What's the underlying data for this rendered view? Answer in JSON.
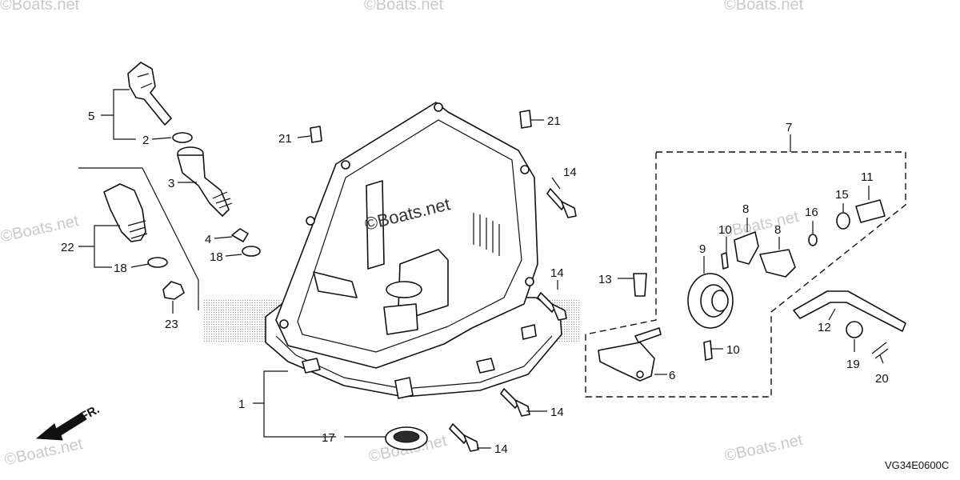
{
  "diagram": {
    "diagram_code": "VG34E0600C",
    "front_marker": "FR.",
    "watermark": "©Boats.net",
    "callouts": {
      "c1": "1",
      "c2": "2",
      "c3": "3",
      "c4": "4",
      "c5": "5",
      "c6": "6",
      "c7": "7",
      "c8a": "8",
      "c8b": "8",
      "c9": "9",
      "c10a": "10",
      "c10b": "10",
      "c11": "11",
      "c12": "12",
      "c13": "13",
      "c14a": "14",
      "c14b": "14",
      "c14c": "14",
      "c14d": "14",
      "c15": "15",
      "c16": "16",
      "c17": "17",
      "c18a": "18",
      "c18b": "18",
      "c19": "19",
      "c20": "20",
      "c21a": "21",
      "c21b": "21",
      "c22": "22",
      "c23": "23"
    }
  }
}
